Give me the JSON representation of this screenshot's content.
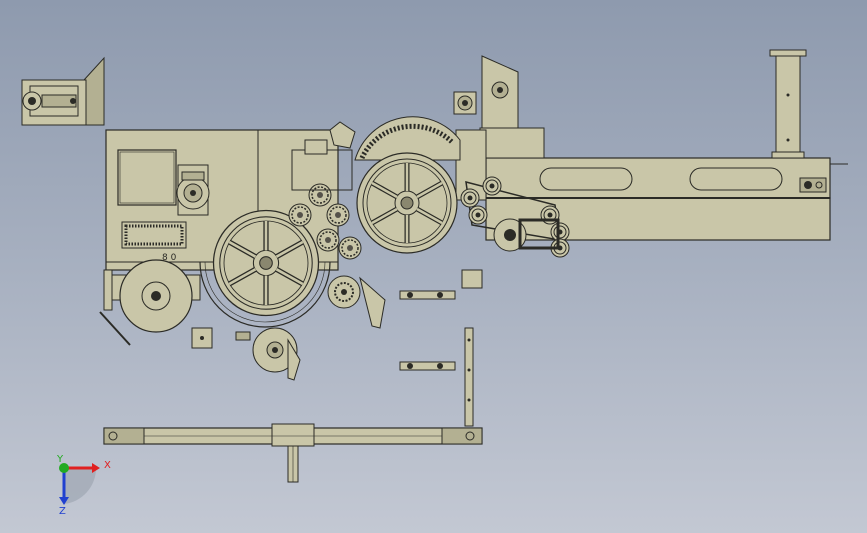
{
  "triad": {
    "x_label": "X",
    "y_label": "Y",
    "z_label": "Z",
    "x_color": "#e02020",
    "y_color": "#22aa22",
    "z_color": "#2040d0"
  },
  "model": {
    "body_color": "#c9c6a8",
    "line_color": "#2b2b26",
    "shade_color": "#b3b092",
    "dark_color": "#55524a"
  }
}
